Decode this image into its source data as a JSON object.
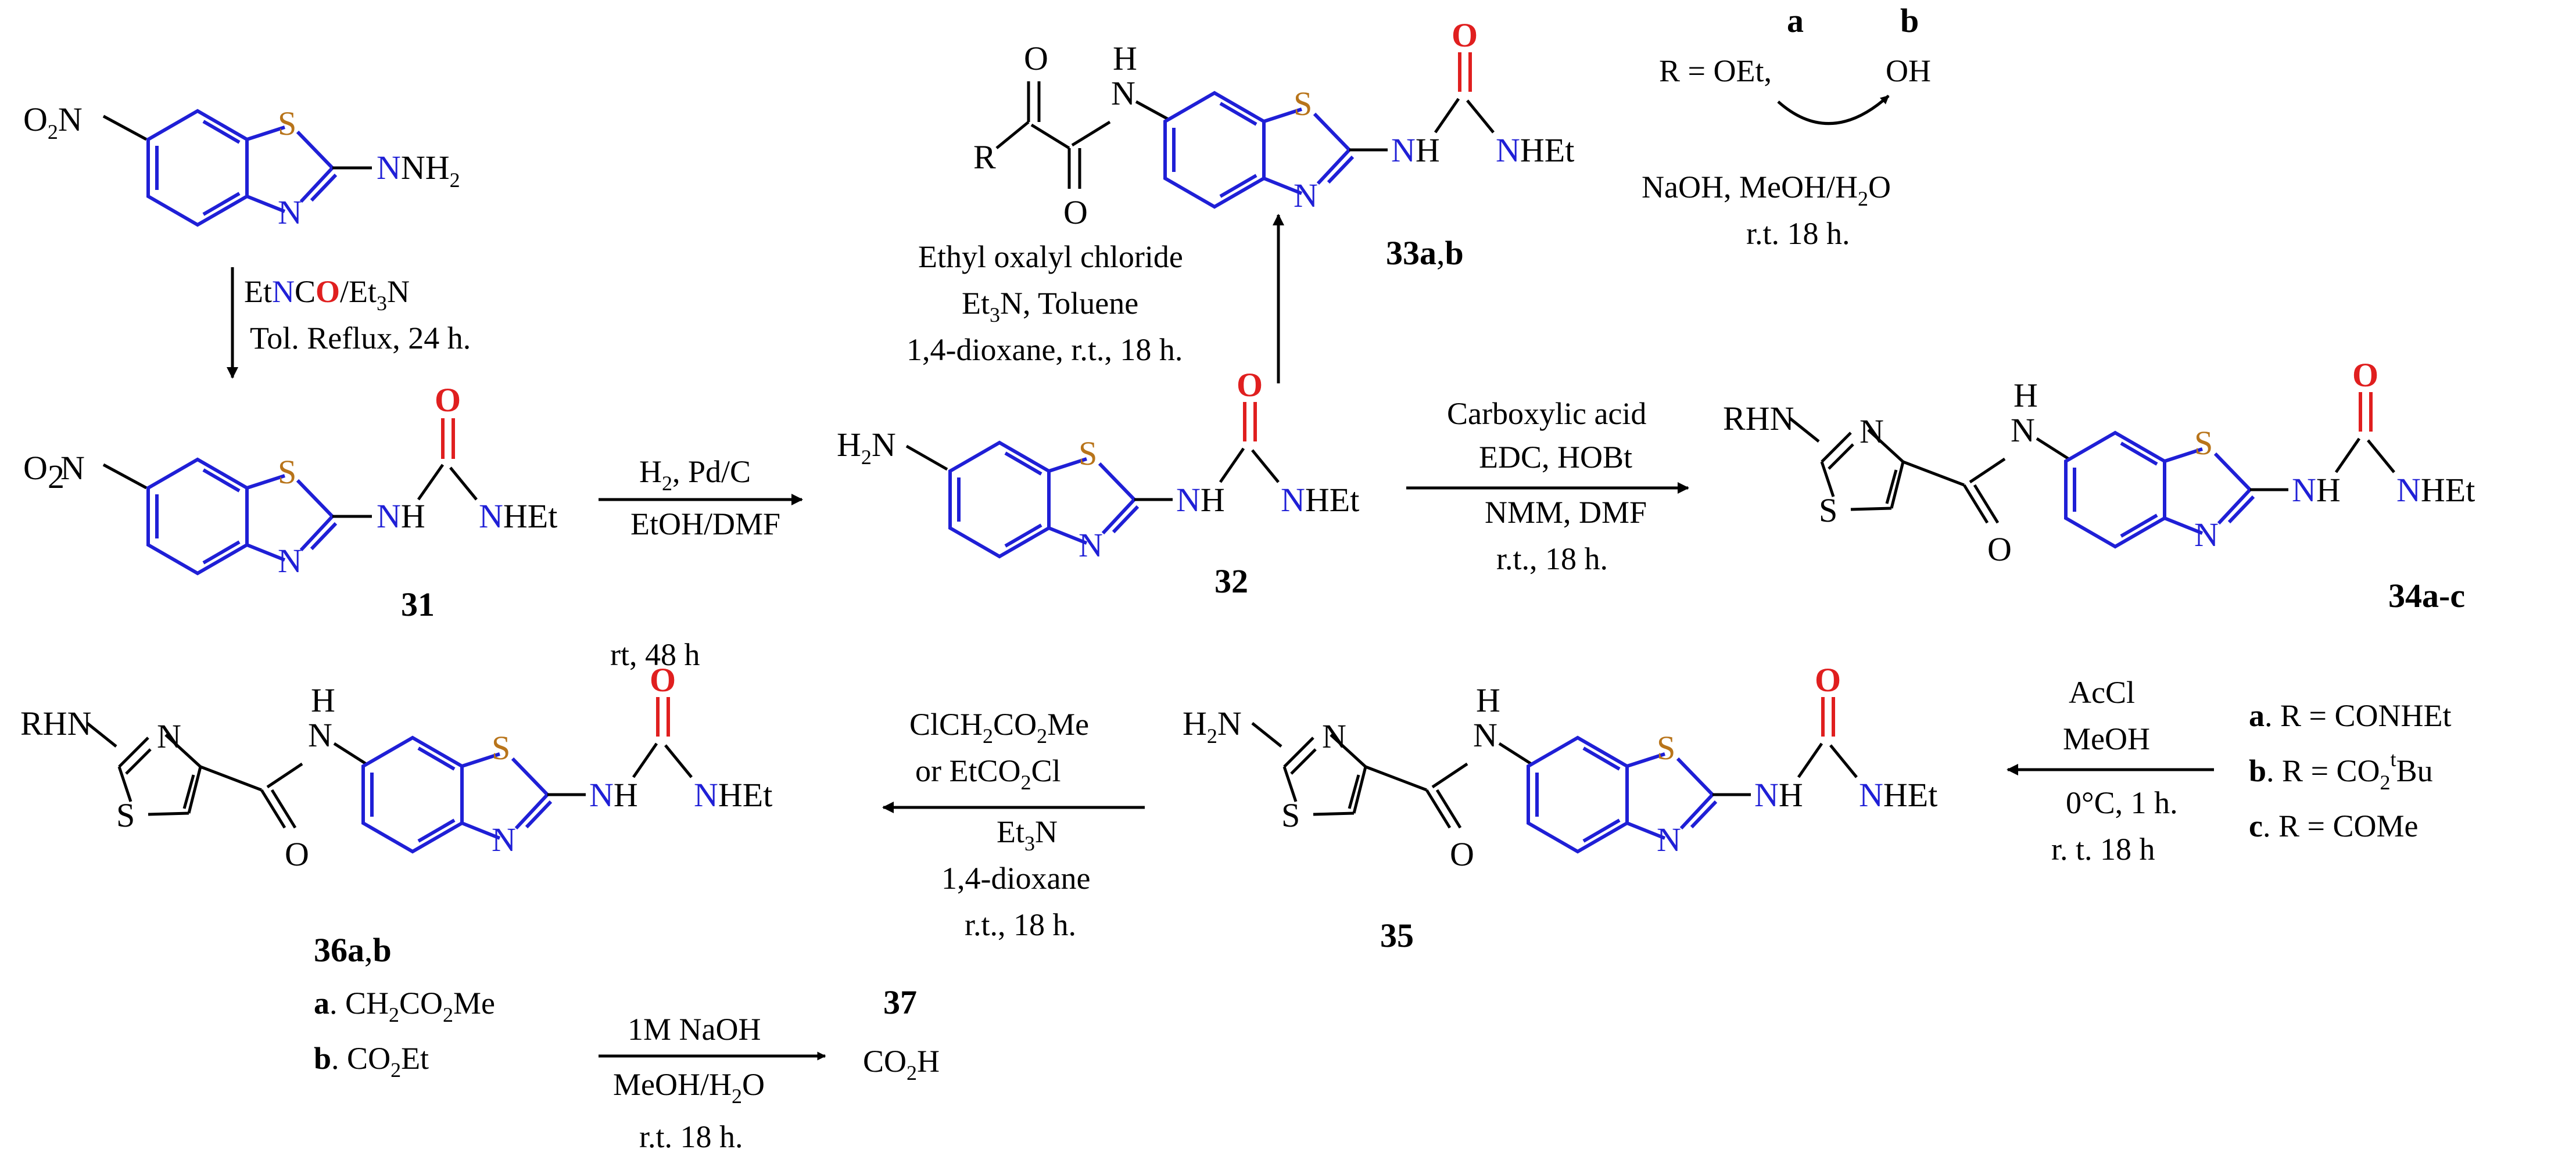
{
  "colors": {
    "ring": "#1f1fd6",
    "nitrogen": "#1f1fd6",
    "oxygen": "#e01f1f",
    "sulfur": "#b8741a",
    "black": "#000000"
  },
  "atoms": {
    "S": "S",
    "N": "N",
    "O": "O",
    "H": "H",
    "NH": "NH",
    "NHEt": "NHEt",
    "NH2": "NH",
    "H2N": "H",
    "RHN": "RHN",
    "R": "R",
    "O2N": "O"
  },
  "compounds": {
    "c31": "31",
    "c32": "32",
    "c33": "33a",
    "c33_sep": ",",
    "c33_b": "b",
    "c34": "34a-c",
    "c35": "35",
    "c36": "36a",
    "c36_sep": ",",
    "c36_b": "b",
    "c37": "37"
  },
  "steps": {
    "s1": {
      "line1_a": "Et",
      "line1_N": "N",
      "line1_C": "C",
      "line1_O": "O",
      "line1_b": "/Et",
      "line1_sub": "3",
      "line1_c": "N",
      "line2": "Tol. Reflux, 24 h."
    },
    "s2": {
      "line1": "H",
      "line1_sub": "2",
      "line1_b": ", Pd/C",
      "line2": "EtOH/DMF",
      "line3": "rt, 48 h"
    },
    "s3": {
      "line1": "Ethyl oxalyl chloride",
      "line2_a": "Et",
      "line2_sub": "3",
      "line2_b": "N, Toluene",
      "line3": "1,4-dioxane, r.t., 18 h."
    },
    "s4": {
      "line1": "Carboxylic acid",
      "line2": "EDC, HOBt",
      "line3": "NMM, DMF",
      "line4": "r.t., 18 h."
    },
    "s5": {
      "line1": "AcCl",
      "line2": "MeOH",
      "line3": "0°C, 1 h.",
      "line4": "r. t. 18 h"
    },
    "s6": {
      "line1_a": "ClCH",
      "line1_sub1": "2",
      "line1_b": "CO",
      "line1_sub2": "2",
      "line1_c": "Me",
      "line2_a": "or EtCO",
      "line2_sub": "2",
      "line2_b": "Cl",
      "line3_a": "Et",
      "line3_sub": "3",
      "line3_b": "N",
      "line4": "1,4-dioxane",
      "line5": "r.t., 18 h."
    },
    "s7": {
      "line1": "1M NaOH",
      "line2_a": "MeOH/H",
      "line2_sub": "2",
      "line2_b": "O",
      "line3": "r.t. 18 h."
    },
    "hydrolysis": {
      "label_a": "a",
      "label_b": "b",
      "r_eq": "R = OEt,",
      "oh": "OH",
      "line1_a": "NaOH, MeOH/H",
      "line1_sub": "2",
      "line1_b": "O",
      "line2": "r.t. 18 h."
    }
  },
  "r_groups_34": {
    "a_key": "a",
    "a_val": ". R = CONHEt",
    "b_key": "b",
    "b_val": ". R = CO",
    "b_sub": "2",
    "b_sup": "t",
    "b_tail": "Bu",
    "c_key": "c",
    "c_val": ". R = COMe"
  },
  "r_groups_36": {
    "a_key": "a",
    "a_val_1": ". CH",
    "a_sub1": "2",
    "a_val_2": "CO",
    "a_sub2": "2",
    "a_val_3": "Me",
    "b_key": "b",
    "b_val_1": ". CO",
    "b_sub": "2",
    "b_val_2": "Et"
  },
  "product_37": {
    "a": "CO",
    "sub": "2",
    "b": "H"
  }
}
